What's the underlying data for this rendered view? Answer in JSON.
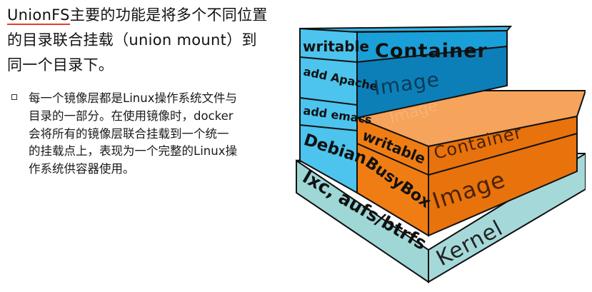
{
  "text": {
    "paragraph": {
      "line1_underlined": "UnionFS",
      "line1_rest": "主要的功能是将多个不同位置",
      "line2": "的目录联合挂载（union  mount）到",
      "line3": "同一个目录下。"
    },
    "bullet": {
      "line1": "每一个镜像层都是Linux操作系统文件与",
      "line2": "目录的一部分。在使用镜像时，docker",
      "line3": "会将所有的镜像层联合挂载到一个统一",
      "line4": "的挂载点上，表现为一个完整的Linux操",
      "line5": "作系统供容器使用。"
    }
  },
  "diagram": {
    "blue_stack": {
      "writable": "writable",
      "container": "Container",
      "add_apache": "add Apache",
      "image": "Image",
      "add_emacs": "add emacs",
      "debian": "Debian"
    },
    "orange_stack": {
      "writable": "writable",
      "container": "Container",
      "busybox": "BusyBox",
      "image": "Image",
      "ghost_image": "Image"
    },
    "base": {
      "lxc": "lxc, aufs/btrfs",
      "kernel": "Kernel"
    },
    "colors": {
      "blue_top": "#33b9e8",
      "blue_light": "#4cc4ee",
      "blue_mid": "#1aa0d8",
      "blue_dark": "#0d7fb8",
      "orange_top": "#f6a35c",
      "orange_front": "#f07d14",
      "orange_side": "#e8720c",
      "kernel_top": "#c7ecec",
      "kernel_front": "#9fd6d6",
      "kernel_side": "#a5d9d9"
    }
  }
}
